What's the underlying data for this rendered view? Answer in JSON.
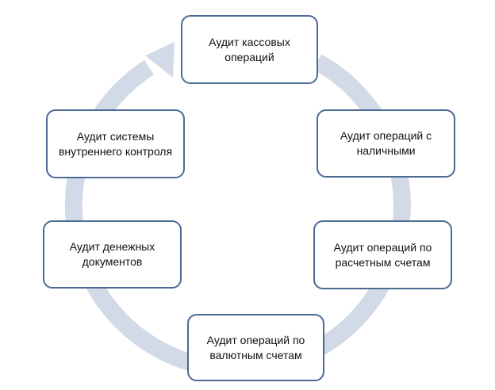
{
  "diagram": {
    "type": "cycle",
    "ring_color": "#d3dae7",
    "box_border_color": "#4a6a93",
    "nodes": [
      {
        "label": "Аудит кассовых операций"
      },
      {
        "label": "Аудит операций с наличными"
      },
      {
        "label": "Аудит операций по расчетным счетам"
      },
      {
        "label": "Аудит операций по валютным счетам"
      },
      {
        "label": "Аудит денежных документов"
      },
      {
        "label": "Аудит системы внутреннего контроля"
      }
    ]
  }
}
